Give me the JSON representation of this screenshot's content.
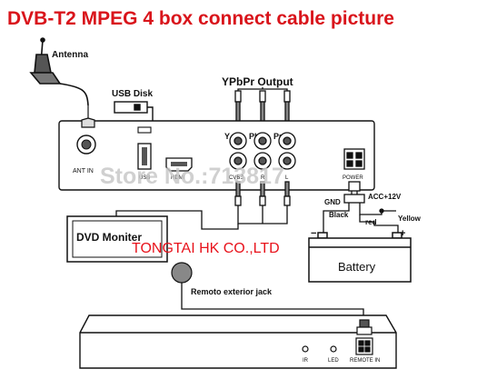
{
  "title": "DVB-T2 MPEG 4 box connect cable picture",
  "labels": {
    "antenna": "Antenna",
    "usb_disk": "USB Disk",
    "ypbpr_output": "YPbPr Output",
    "y": "Y",
    "pb": "Pb",
    "pr": "Pr",
    "ant_in": "ANT IN",
    "usb": "USB",
    "hdmi": "HDMI",
    "cvbs": "CVBS",
    "r": "R",
    "l": "L",
    "power": "POWER",
    "gnd": "GND",
    "acc": "ACC+12V",
    "black": "Black",
    "red": "red",
    "yellow": "Yellow",
    "dvd_moniter": "DVD Moniter",
    "battery": "Battery",
    "remote_jack": "Remoto exterior jack",
    "ir": "IR",
    "led": "LED",
    "remote_in": "REMOTE IN"
  },
  "overlay": {
    "watermark": "Store No.:713817",
    "company": "TONGTAI HK CO.,LTD"
  },
  "colors": {
    "title": "#d9141b",
    "company": "#e8121b",
    "watermark": "#c8c8c8",
    "line": "#111111"
  }
}
